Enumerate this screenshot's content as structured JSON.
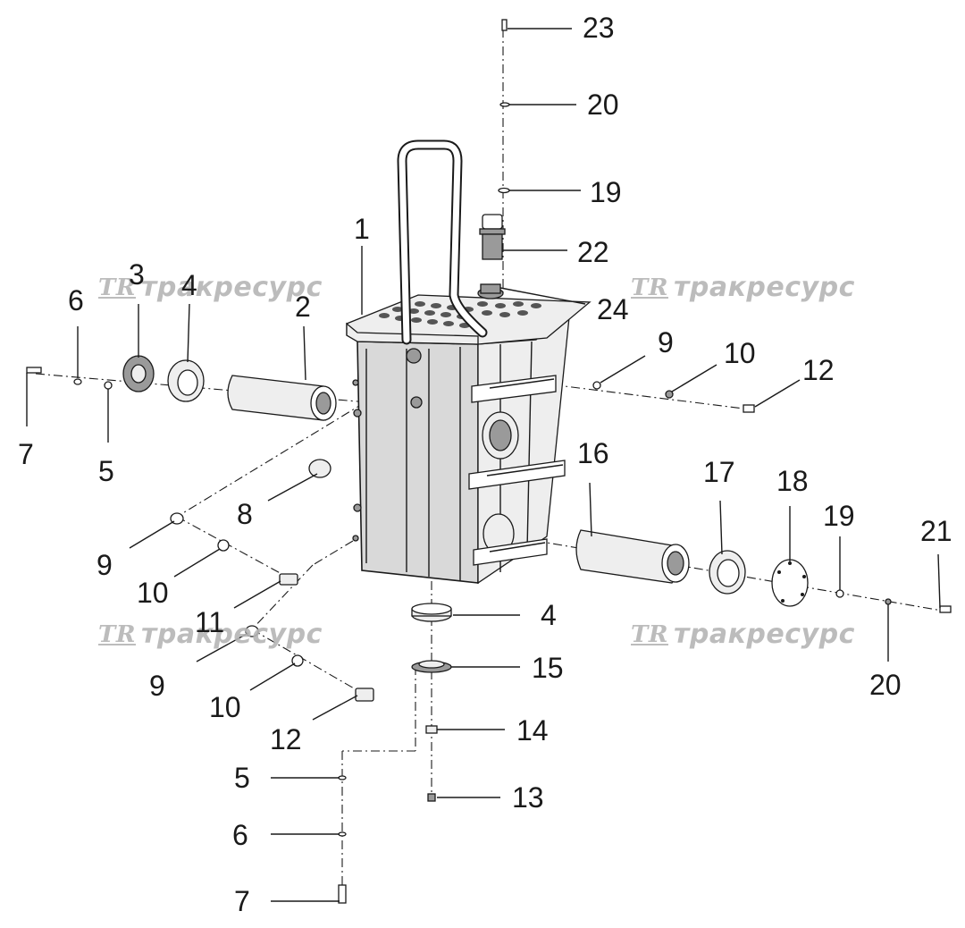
{
  "watermark": {
    "logo": "TR",
    "text": "тракресурс"
  },
  "callouts": {
    "c1": "1",
    "c2": "2",
    "c3": "3",
    "c4a": "4",
    "c4b": "4",
    "c5a": "5",
    "c5b": "5",
    "c6a": "6",
    "c6b": "6",
    "c7a": "7",
    "c7b": "7",
    "c8": "8",
    "c9a": "9",
    "c9b": "9",
    "c9c": "9",
    "c10a": "10",
    "c10b": "10",
    "c10c": "10",
    "c11": "11",
    "c12a": "12",
    "c12b": "12",
    "c13": "13",
    "c14": "14",
    "c15": "15",
    "c16": "16",
    "c17": "17",
    "c18": "18",
    "c19a": "19",
    "c19b": "19",
    "c20a": "20",
    "c20b": "20",
    "c21": "21",
    "c22": "22",
    "c23": "23",
    "c24": "24"
  }
}
